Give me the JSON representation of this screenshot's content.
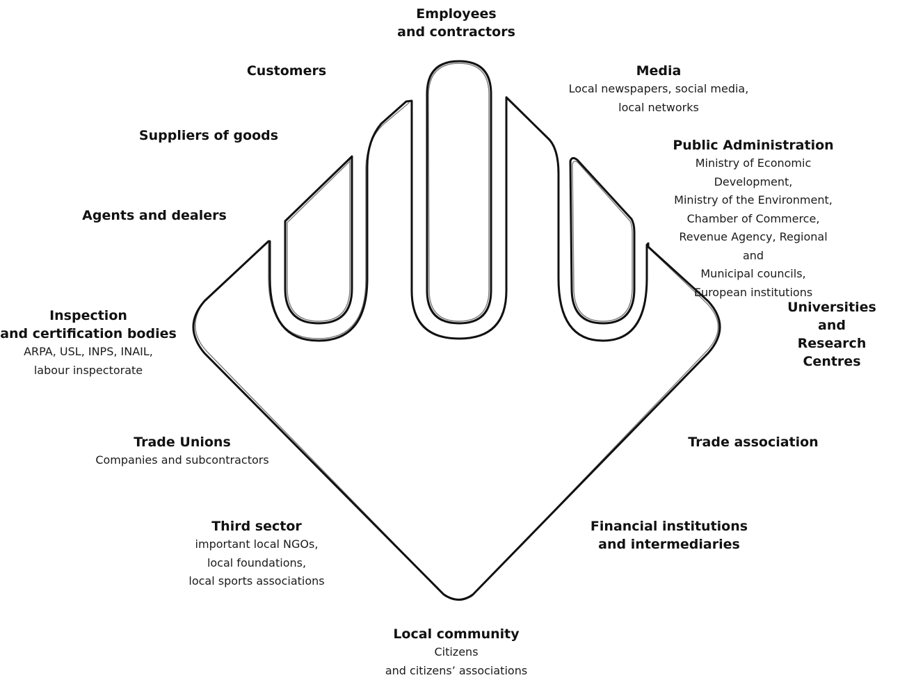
{
  "stakeholders": {
    "employees": {
      "title": "Employees\nand contractors"
    },
    "customers": {
      "title": "Customers"
    },
    "media": {
      "title": "Media",
      "sub": "Local newspapers, social media,\nlocal networks"
    },
    "suppliers": {
      "title": "Suppliers of goods"
    },
    "public_admin": {
      "title": "Public Administration",
      "sub": "Ministry of Economic Development,\nMinistry of the Environment,\nChamber of Commerce,\nRevenue Agency, Regional and\nMunicipal councils,\nEuropean institutions"
    },
    "agents": {
      "title": "Agents and dealers"
    },
    "universities": {
      "title": "Universities\nand Research Centres"
    },
    "inspection": {
      "title": "Inspection\nand certification bodies",
      "sub": "ARPA, USL, INPS, INAIL,\nlabour inspectorate"
    },
    "trade_unions": {
      "title": "Trade Unions",
      "sub": "Companies and subcontractors"
    },
    "trade_association": {
      "title": "Trade association"
    },
    "third_sector": {
      "title": "Third sector",
      "sub": "important local NGOs,\nlocal foundations,\nlocal sports associations"
    },
    "financial": {
      "title": "Financial institutions\nand intermediaries"
    },
    "local_community": {
      "title": "Local community",
      "sub": "Citizens\nand citizens’ associations"
    }
  },
  "colors": {
    "stroke": "#111111",
    "background": "#ffffff"
  }
}
